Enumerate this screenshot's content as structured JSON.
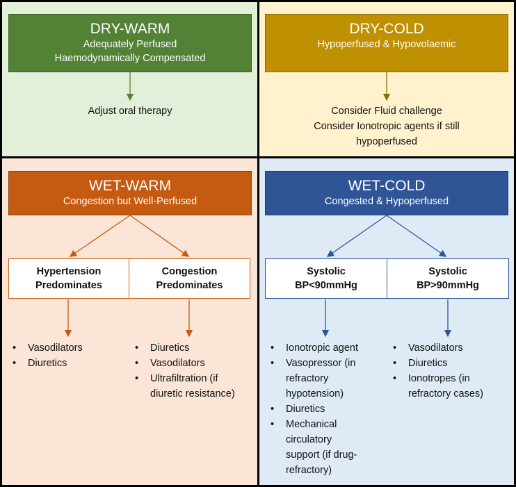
{
  "colors": {
    "dry_warm_bg": "#e2efd9",
    "dry_warm_hdr": "#538135",
    "dry_cold_bg": "#fff2cc",
    "dry_cold_hdr": "#bf9000",
    "wet_warm_bg": "#fbe5d6",
    "wet_warm_hdr": "#c55a11",
    "wet_cold_bg": "#deebf7",
    "wet_cold_hdr": "#2f5597"
  },
  "dry_warm": {
    "title": "DRY-WARM",
    "line1": "Adequately Perfused",
    "line2": "Haemodynamically Compensated",
    "action": "Adjust oral therapy"
  },
  "dry_cold": {
    "title": "DRY-COLD",
    "line1": "Hypoperfused & Hypovolaemic",
    "action1": "Consider Fluid challenge",
    "action2": "Consider Ionotropic agents if still",
    "action3": "hypoperfused"
  },
  "wet_warm": {
    "title": "WET-WARM",
    "line1": "Congestion but Well-Perfused",
    "left_box": {
      "line1": "Hypertension",
      "line2": "Predominates"
    },
    "right_box": {
      "line1": "Congestion",
      "line2": "Predominates"
    },
    "left_items": [
      "Vasodilators",
      "Diuretics"
    ],
    "right_items": [
      "Diuretics",
      "Vasodilators",
      "Ultrafiltration (if diuretic resistance)"
    ]
  },
  "wet_cold": {
    "title": "WET-COLD",
    "line1": "Congested & Hypoperfused",
    "left_box": {
      "line1": "Systolic",
      "line2": "BP<90mmHg"
    },
    "right_box": {
      "line1": "Systolic",
      "line2": "BP>90mmHg"
    },
    "left_items": [
      "Ionotropic agent",
      "Vasopressor (in refractory hypotension)",
      "Diuretics",
      "Mechanical circulatory support (if drug-refractory)"
    ],
    "right_items": [
      "Vasodilators",
      "Diuretics",
      "Ionotropes (in refractory cases)"
    ]
  }
}
